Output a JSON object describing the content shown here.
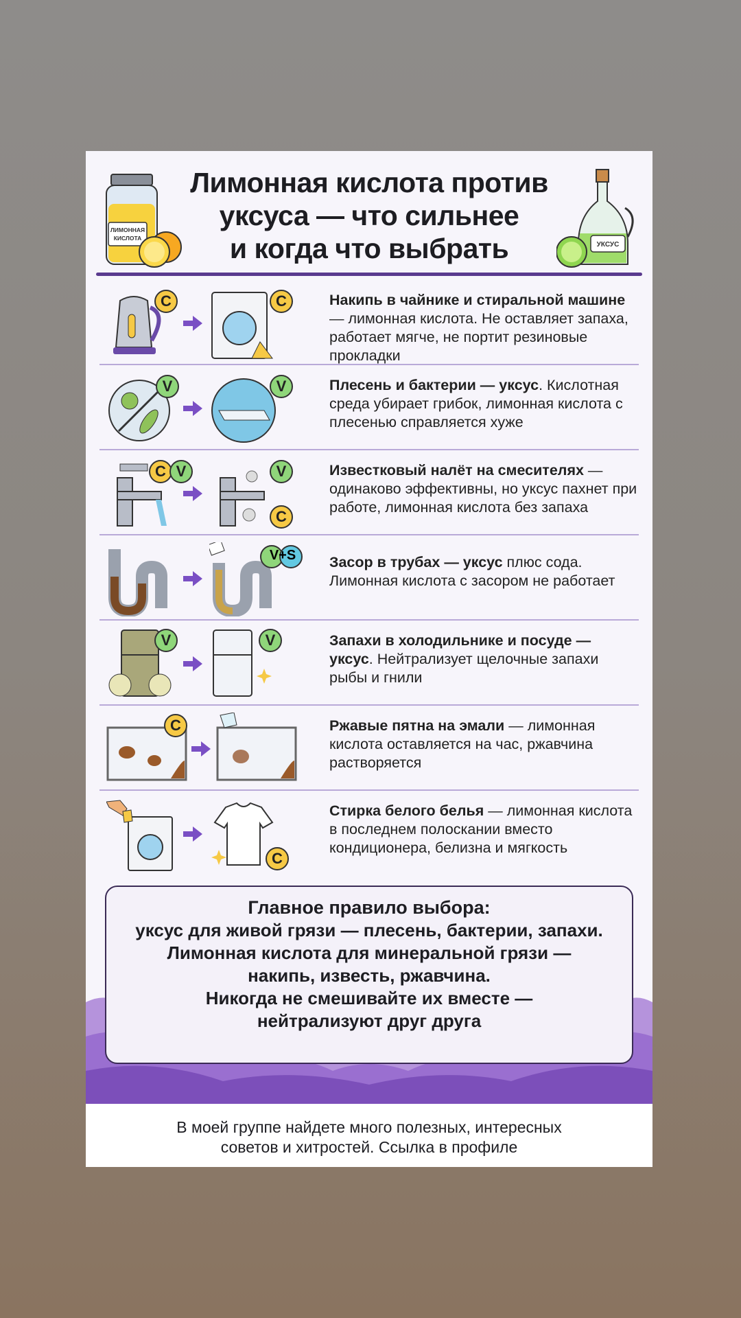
{
  "title": {
    "line1": "Лимонная кислота против",
    "line2": "уксуса — что сильнее",
    "line3": "и когда что выбрать"
  },
  "jar_label": {
    "line1": "ЛИМОННАЯ",
    "line2": "КИСЛОТА"
  },
  "bottle_label": "УКСУС",
  "rows": [
    {
      "bold": "Накипь в чайнике и стиральной машине",
      "rest": " — лимонная кислота. Не оставляет запаха, работает мягче, не портит резиновые прокладки",
      "badge_a": "C",
      "badge_b": "C"
    },
    {
      "bold": "Плесень и бактерии — уксус",
      "rest": ". Кислотная среда убирает грибок, лимонная кислота с плесенью справляется хуже",
      "badge_a": "V",
      "badge_b": "V"
    },
    {
      "bold": "Известковый налёт на смесителях",
      "rest": " — одинаково эффективны, но уксус пахнет при работе, лимонная кислота без запаха",
      "badge_a": "C/V",
      "badge_b": "V",
      "badge_c": "C"
    },
    {
      "bold": "Засор в трубах — уксус",
      "rest": " плюс сода. Лимонная кислота с засором не работает",
      "badge_b": "V+S"
    },
    {
      "bold": "Запахи в холодильнике и посуде — уксус",
      "rest": ". Нейтрализует щелочные запахи рыбы и гнили",
      "badge_a": "V",
      "badge_b": "V"
    },
    {
      "bold": "Ржавые пятна на эмали",
      "rest": " — лимонная кислота оставляется на час, ржавчина растворяется",
      "badge_a": "C"
    },
    {
      "bold": "Стирка белого белья",
      "rest": " — лимонная кислота в последнем полоскании вместо кондиционера,  белизна и мягкость",
      "badge_b": "C"
    }
  ],
  "rule": {
    "heading": "Главное правило выбора:",
    "lines": [
      "уксус для живой грязи — плесень, бактерии, запахи.",
      "Лимонная кислота для минеральной грязи —",
      "накипь, известь, ржавчина.",
      "Никогда не смешивайте их вместе —",
      "нейтрализуют друг друга"
    ]
  },
  "footer": {
    "line1": "В моей группе найдете много полезных, интересных",
    "line2": "советов и хитростей. Ссылка в профиле"
  },
  "colors": {
    "accent": "#5a3a8e",
    "citric": "#f6c945",
    "vinegar": "#8fd67a",
    "soda": "#62c9e2",
    "arrow": "#7a4fc4"
  }
}
